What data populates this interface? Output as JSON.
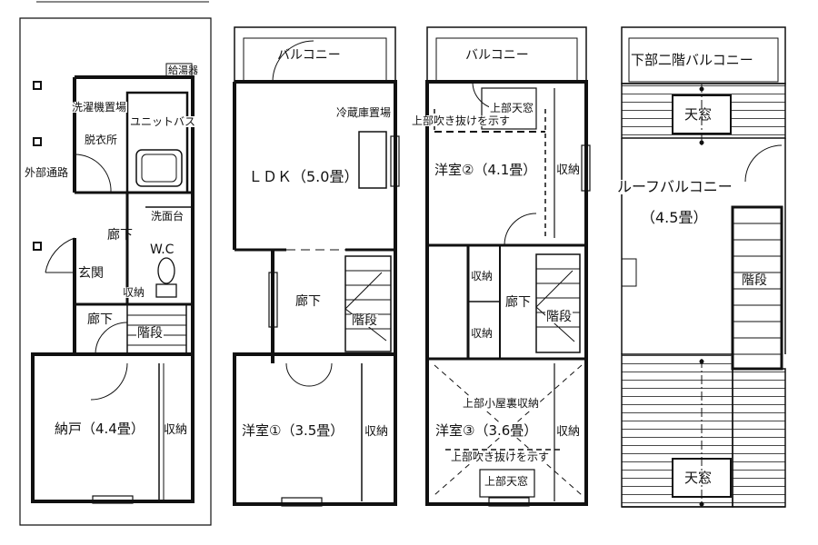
{
  "floor1": {
    "water_heater": "給湯器",
    "washer_space": "洗濯機置場",
    "unit_bath": "ユニットバス",
    "dressing_room": "脱衣所",
    "outer_passage": "外部通路",
    "washstand": "洗面台",
    "hallway_upper": "廊下",
    "wc": "W.C",
    "entrance": "玄関",
    "storage_small": "収納",
    "hallway_lower": "廊下",
    "stairs": "階段",
    "storeroom": "納戸（4.4畳）",
    "storage_side": "収納"
  },
  "floor2": {
    "balcony": "バルコニー",
    "fridge_space": "冷蔵庫置場",
    "ldk": "ＬＤＫ（5.0畳）",
    "hallway": "廊下",
    "stairs": "階段",
    "western_room": "洋室①（3.5畳）",
    "storage": "収納"
  },
  "floor3": {
    "balcony": "バルコニー",
    "skylight_above": "上部天窓",
    "void_above": "上部吹き抜けを示す",
    "western_room2": "洋室②（4.1畳）",
    "storage_room2": "収納",
    "storage_left_top": "収納",
    "hallway": "廊下",
    "stairs": "階段",
    "storage_left_bottom": "収納",
    "attic_storage": "上部小屋裏収納",
    "western_room3": "洋室③（3.6畳）",
    "storage_room3": "収納",
    "void_above2": "上部吹き抜けを示す",
    "skylight_above2": "上部天窓"
  },
  "floor4": {
    "lower_balcony": "下部二階バルコニー",
    "skylight_top": "天窓",
    "roof_balcony": "ルーフバルコニー",
    "roof_area": "（4.5畳）",
    "stairs": "階段",
    "skylight_bottom": "天窓"
  }
}
